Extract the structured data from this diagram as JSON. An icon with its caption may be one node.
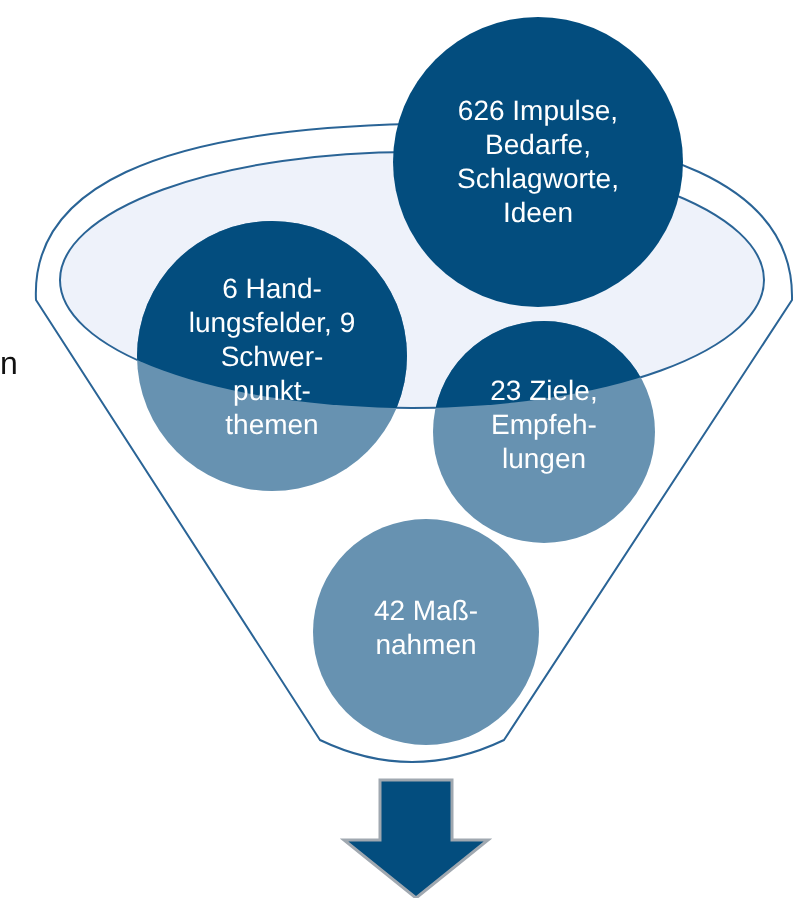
{
  "diagram": {
    "nodes": [
      {
        "text": [
          "626 Impulse, Bedarfe, Schlagworte, Ideen"
        ]
      },
      {
        "text": [
          "6 Hand- lungsfelder, 9 Schwer- punkt- themen"
        ]
      },
      {
        "text": [
          "23 Ziele, Empfeh- lungen"
        ]
      },
      {
        "text": [
          "42 Maß- nahmen"
        ]
      }
    ],
    "labels": [
      "n"
    ]
  }
}
